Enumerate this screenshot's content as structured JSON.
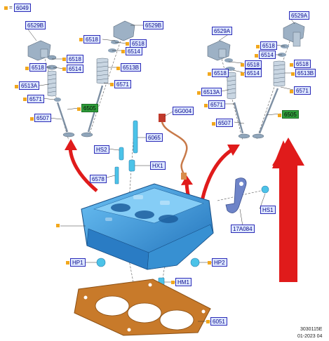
{
  "legend": {
    "code": "6049"
  },
  "labels": {
    "l6529b_a": "6529B",
    "l6529b_b": "6529B",
    "l6518_a": "6518",
    "l6518_b": "6518",
    "l6518_c": "6518",
    "l6518_d": "6518",
    "l6514_a": "6514",
    "l6514_b": "6514",
    "l6513b_a": "6513B",
    "l6513a_a": "6513A",
    "l6571_a": "6571",
    "l6571_b": "6571",
    "l6505_a": "6505",
    "l6507_a": "6507",
    "l6529a_a": "6529A",
    "l6529a_b": "6529A",
    "l6518_e": "6518",
    "l6518_f": "6518",
    "l6518_g": "6518",
    "l6518_h": "6518",
    "l6514_c": "6514",
    "l6514_d": "6514",
    "l6513b_b": "6513B",
    "l6513a_b": "6513A",
    "l6571_c": "6571",
    "l6571_d": "6571",
    "l6505_b": "6505",
    "l6507_b": "6507",
    "l6g004": "6G004",
    "l6065": "6065",
    "lhs2": "HS2",
    "lhx1": "HX1",
    "l6578": "6578",
    "lhs1": "HS1",
    "l17a084": "17A084",
    "lhp1": "HP1",
    "lhp2": "HP2",
    "lhm1": "HM1",
    "l6051": "6051"
  },
  "footer": {
    "code": "3030115E",
    "date": "01-2023 04"
  },
  "colors": {
    "part": "#2f8fd6",
    "gasket": "#c87a2a",
    "arrow": "#e01b1b",
    "label_green": "#2e9e3a",
    "label_border": "#2a2ab8",
    "callout": "#f2a81d"
  }
}
